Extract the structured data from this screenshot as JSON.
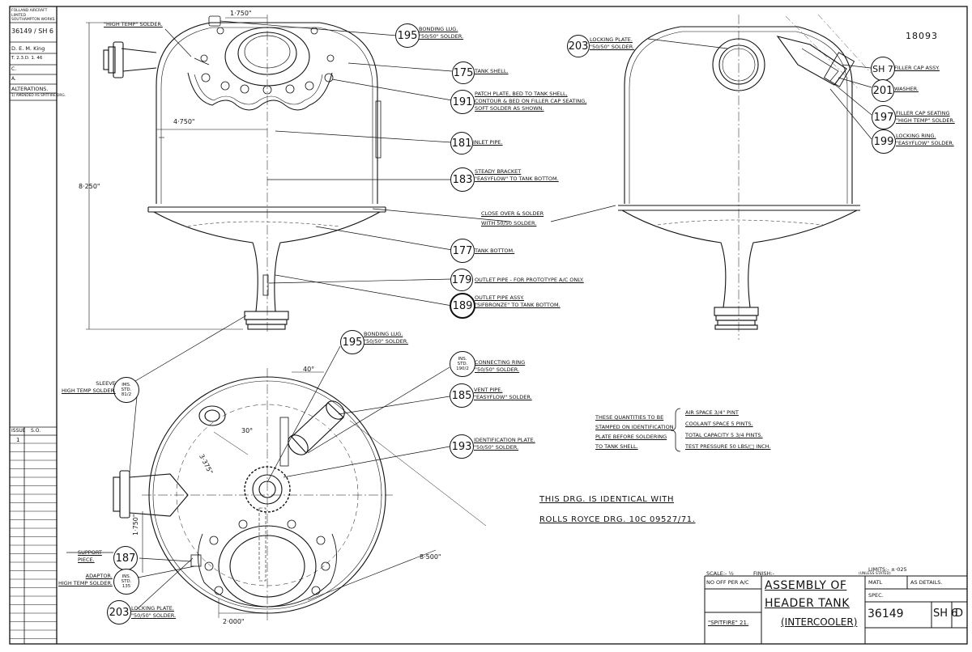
{
  "sidebar": {
    "company": [
      "FOLLAND AIRCRAFT",
      "LIMITED",
      "SOUTHAMPTON WORKS"
    ],
    "drg_no": "36149",
    "sheet": "SH 6",
    "drawn": "D. E. M. King",
    "traced": "T. 2.3.D. 1. 46",
    "checked": "C.",
    "approved": "A.",
    "alterations": "ALTERATIONS.",
    "alt1": "1) AMENDED AS SPITFIRE DRG.",
    "issue": "ISSUE",
    "so": "S.O.",
    "issue1": "1"
  },
  "stamp": "18093",
  "dims": {
    "d1": "1·750\"",
    "d2": "4·750\"",
    "d3": "8·250\"",
    "d4": "40°",
    "d5": "30°",
    "d6": "3·375\"",
    "d7": "1·750\"",
    "d8": "2·000\"",
    "d9": "8·500\""
  },
  "callouts": [
    {
      "num": "195",
      "text": [
        "BONDING LUG.",
        "\"50/50\" SOLDER."
      ]
    },
    {
      "num": "175",
      "text": [
        "TANK SHELL."
      ]
    },
    {
      "num": "191",
      "text": [
        "PATCH PLATE, BED TO TANK SHELL,",
        "CONTOUR & BED ON FILLER CAP SEATING,",
        "SOFT SOLDER AS SHOWN."
      ]
    },
    {
      "num": "181",
      "text": [
        "INLET PIPE."
      ]
    },
    {
      "num": "183",
      "text": [
        "STEADY BRACKET",
        "\"EASYFLOW\" TO TANK BOTTOM."
      ]
    },
    {
      "num": "177",
      "text": [
        "TANK BOTTOM."
      ]
    },
    {
      "num": "179",
      "text": [
        "OUTLET PIPE - FOR PROTOTYPE A/C ONLY."
      ]
    },
    {
      "num": "189",
      "text": [
        "OUTLET PIPE ASSY.",
        "\"SIFBRONZE\" TO TANK BOTTOM."
      ]
    },
    {
      "num": "203",
      "text": [
        "LOCKING PLATE.",
        "\"50/50\" SOLDER."
      ]
    },
    {
      "num": "SH 7",
      "text": [
        "FILLER CAP ASSY."
      ]
    },
    {
      "num": "201",
      "text": [
        "WASHER."
      ]
    },
    {
      "num": "197",
      "text": [
        "FILLER CAP SEATING",
        "\"HIGH TEMP\" SOLDER."
      ]
    },
    {
      "num": "199",
      "text": [
        "LOCKING RING.",
        "\"EASYFLOW\" SOLDER."
      ]
    },
    {
      "num": "195",
      "text": [
        "BONDING LUG.",
        "\"50/50\" SOLDER."
      ]
    },
    {
      "num": "185",
      "text": [
        "VENT PIPE.",
        "\"EASYFLOW\" SOLDER."
      ]
    },
    {
      "num": "193",
      "text": [
        "IDENTIFICATION PLATE.",
        "\"50/50\" SOLDER."
      ]
    },
    {
      "num": "187",
      "text": [
        "SUPPORT",
        "PIECE."
      ]
    },
    {
      "num": "203",
      "text": [
        "LOCKING PLATE.",
        "\"50/50\" SOLDER."
      ]
    }
  ],
  "std_parts": {
    "ins1": [
      "INS.",
      "STD.",
      "190/2"
    ],
    "ins1_text": [
      "CONNECTING RING",
      "\"50/50\" SOLDER."
    ],
    "sleeve": [
      "IMS.",
      "STD.",
      "81/2"
    ],
    "sleeve_text": [
      "SLEEVE",
      "HIGH TEMP SOLDER."
    ],
    "adaptor": [
      "INS.",
      "STD.",
      "135"
    ],
    "adaptor_text": [
      "ADAPTOR.",
      "HIGH TEMP SOLDER."
    ]
  },
  "notes": {
    "high_temp": "\"HIGH TEMP\" SOLDER.",
    "close_over": [
      "CLOSE OVER & SOLDER",
      "WITH 50/50 SOLDER."
    ],
    "stamp_note": [
      "THESE QUANTITIES TO BE",
      "STAMPED ON IDENTIFICATION",
      "PLATE BEFORE SOLDERING",
      "TO TANK SHELL."
    ],
    "quantities": [
      "AIR SPACE 3/4\" PINT",
      "COOLANT SPACE 5 PINTS.",
      "TOTAL CAPACITY 5 3/4 PINTS.",
      "TEST PRESSURE 50 LBS/□ INCH."
    ],
    "identical1": "THIS DRG. IS IDENTICAL WITH",
    "identical2": "ROLLS ROYCE DRG. 10C 09527/71."
  },
  "title_block": {
    "scale": "SCALE:- ½",
    "finish": "FINISH:-",
    "limits": "LIMITS:- ±·025",
    "limits_sub": "(UNLESS STATED)",
    "no_off": "NO OFF PER A/C",
    "title1": "ASSEMBLY OF",
    "title2": "HEADER TANK",
    "title3": "(INTERCOOLER)",
    "matl": "MATL",
    "as_details": "AS DETAILS.",
    "spec": "SPEC.",
    "project": "\"SPITFIRE\" 21.",
    "drg_no": "36149",
    "sheet": "SH 6",
    "rev": "D"
  }
}
